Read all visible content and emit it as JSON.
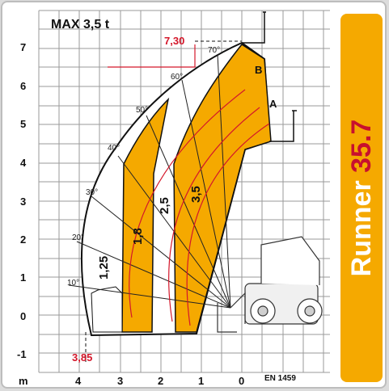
{
  "title": "MAX 3,5 t",
  "brand": {
    "name": "Runner",
    "model": "35.7",
    "bg": "#f5a900",
    "name_color": "#ffffff",
    "model_color": "#c8102e"
  },
  "standard": "EN 1459",
  "axis": {
    "y_ticks": [
      "7",
      "6",
      "5",
      "4",
      "3",
      "2",
      "1",
      "0",
      "-1"
    ],
    "x_ticks": [
      "m",
      "4",
      "3",
      "2",
      "1",
      "0"
    ]
  },
  "max_height_label": "7,30",
  "max_reach_label": "3,85",
  "angles": [
    "70°",
    "60°",
    "50°",
    "40°",
    "30°",
    "20°",
    "10°"
  ],
  "zone_labels": [
    "1,25",
    "1,8",
    "2,5",
    "3,5"
  ],
  "curve_labels": [
    "A",
    "B"
  ],
  "colors": {
    "zone_fill": "#f5a900",
    "curve_red": "#d4172a",
    "label_red": "#d4172a"
  }
}
